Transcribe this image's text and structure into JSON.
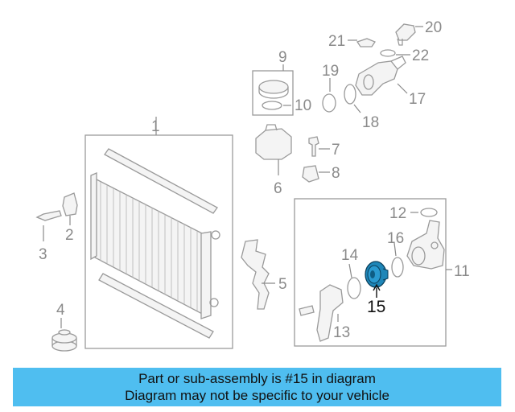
{
  "diagram": {
    "callouts": {
      "c1": "1",
      "c2": "2",
      "c3": "3",
      "c4": "4",
      "c5": "5",
      "c6": "6",
      "c7": "7",
      "c8": "8",
      "c9": "9",
      "c10": "10",
      "c11": "11",
      "c12": "12",
      "c13": "13",
      "c14": "14",
      "c15": "15",
      "c16": "16",
      "c17": "17",
      "c18": "18",
      "c19": "19",
      "c20": "20",
      "c21": "21",
      "c22": "22"
    },
    "highlighted_part": "15",
    "colors": {
      "highlight": "#1e86b8",
      "line": "#9a9a9a",
      "banner": "#4fbef0"
    }
  },
  "banner": {
    "line1": "Part or sub-assembly is #15 in diagram",
    "line2": "Diagram may not be specific to your vehicle"
  }
}
